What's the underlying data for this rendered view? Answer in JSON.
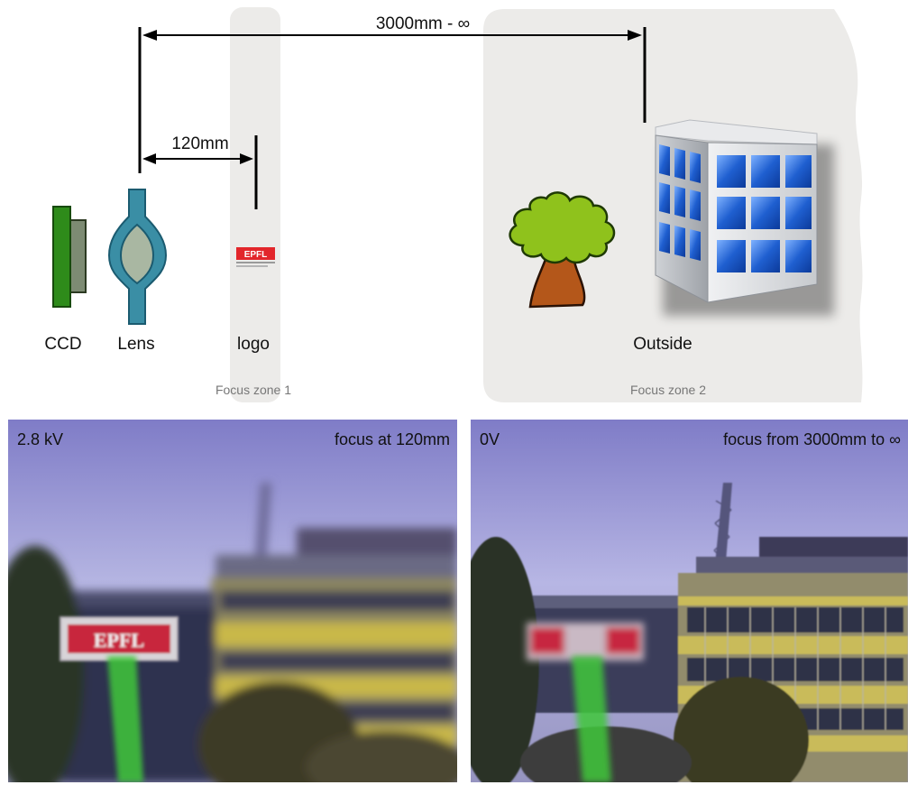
{
  "diagram": {
    "labels": {
      "ccd": "CCD",
      "lens": "Lens",
      "logo": "logo",
      "outside": "Outside"
    },
    "dimensions": {
      "near": "120mm",
      "far": "3000mm - ∞"
    },
    "zones": {
      "zone1": "Focus zone 1",
      "zone2": "Focus zone 2"
    },
    "logo_mark": "EPFL"
  },
  "photos": {
    "left": {
      "voltage": "2.8 kV",
      "focus": "focus at 120mm",
      "sign_text": "EPFL"
    },
    "right": {
      "voltage": "0V",
      "focus": "focus from 3000mm to ∞"
    }
  },
  "colors": {
    "ccd_green": "#2e8b1a",
    "lens_teal": "#3a8ea5",
    "zone_fill": "#ecebe9",
    "window_blue": "#1f5fd0",
    "tree_green": "#8fc21c",
    "trunk_brown": "#b4571a",
    "sky_purple": "#9a98d8",
    "laser_green": "#3fc83a"
  }
}
